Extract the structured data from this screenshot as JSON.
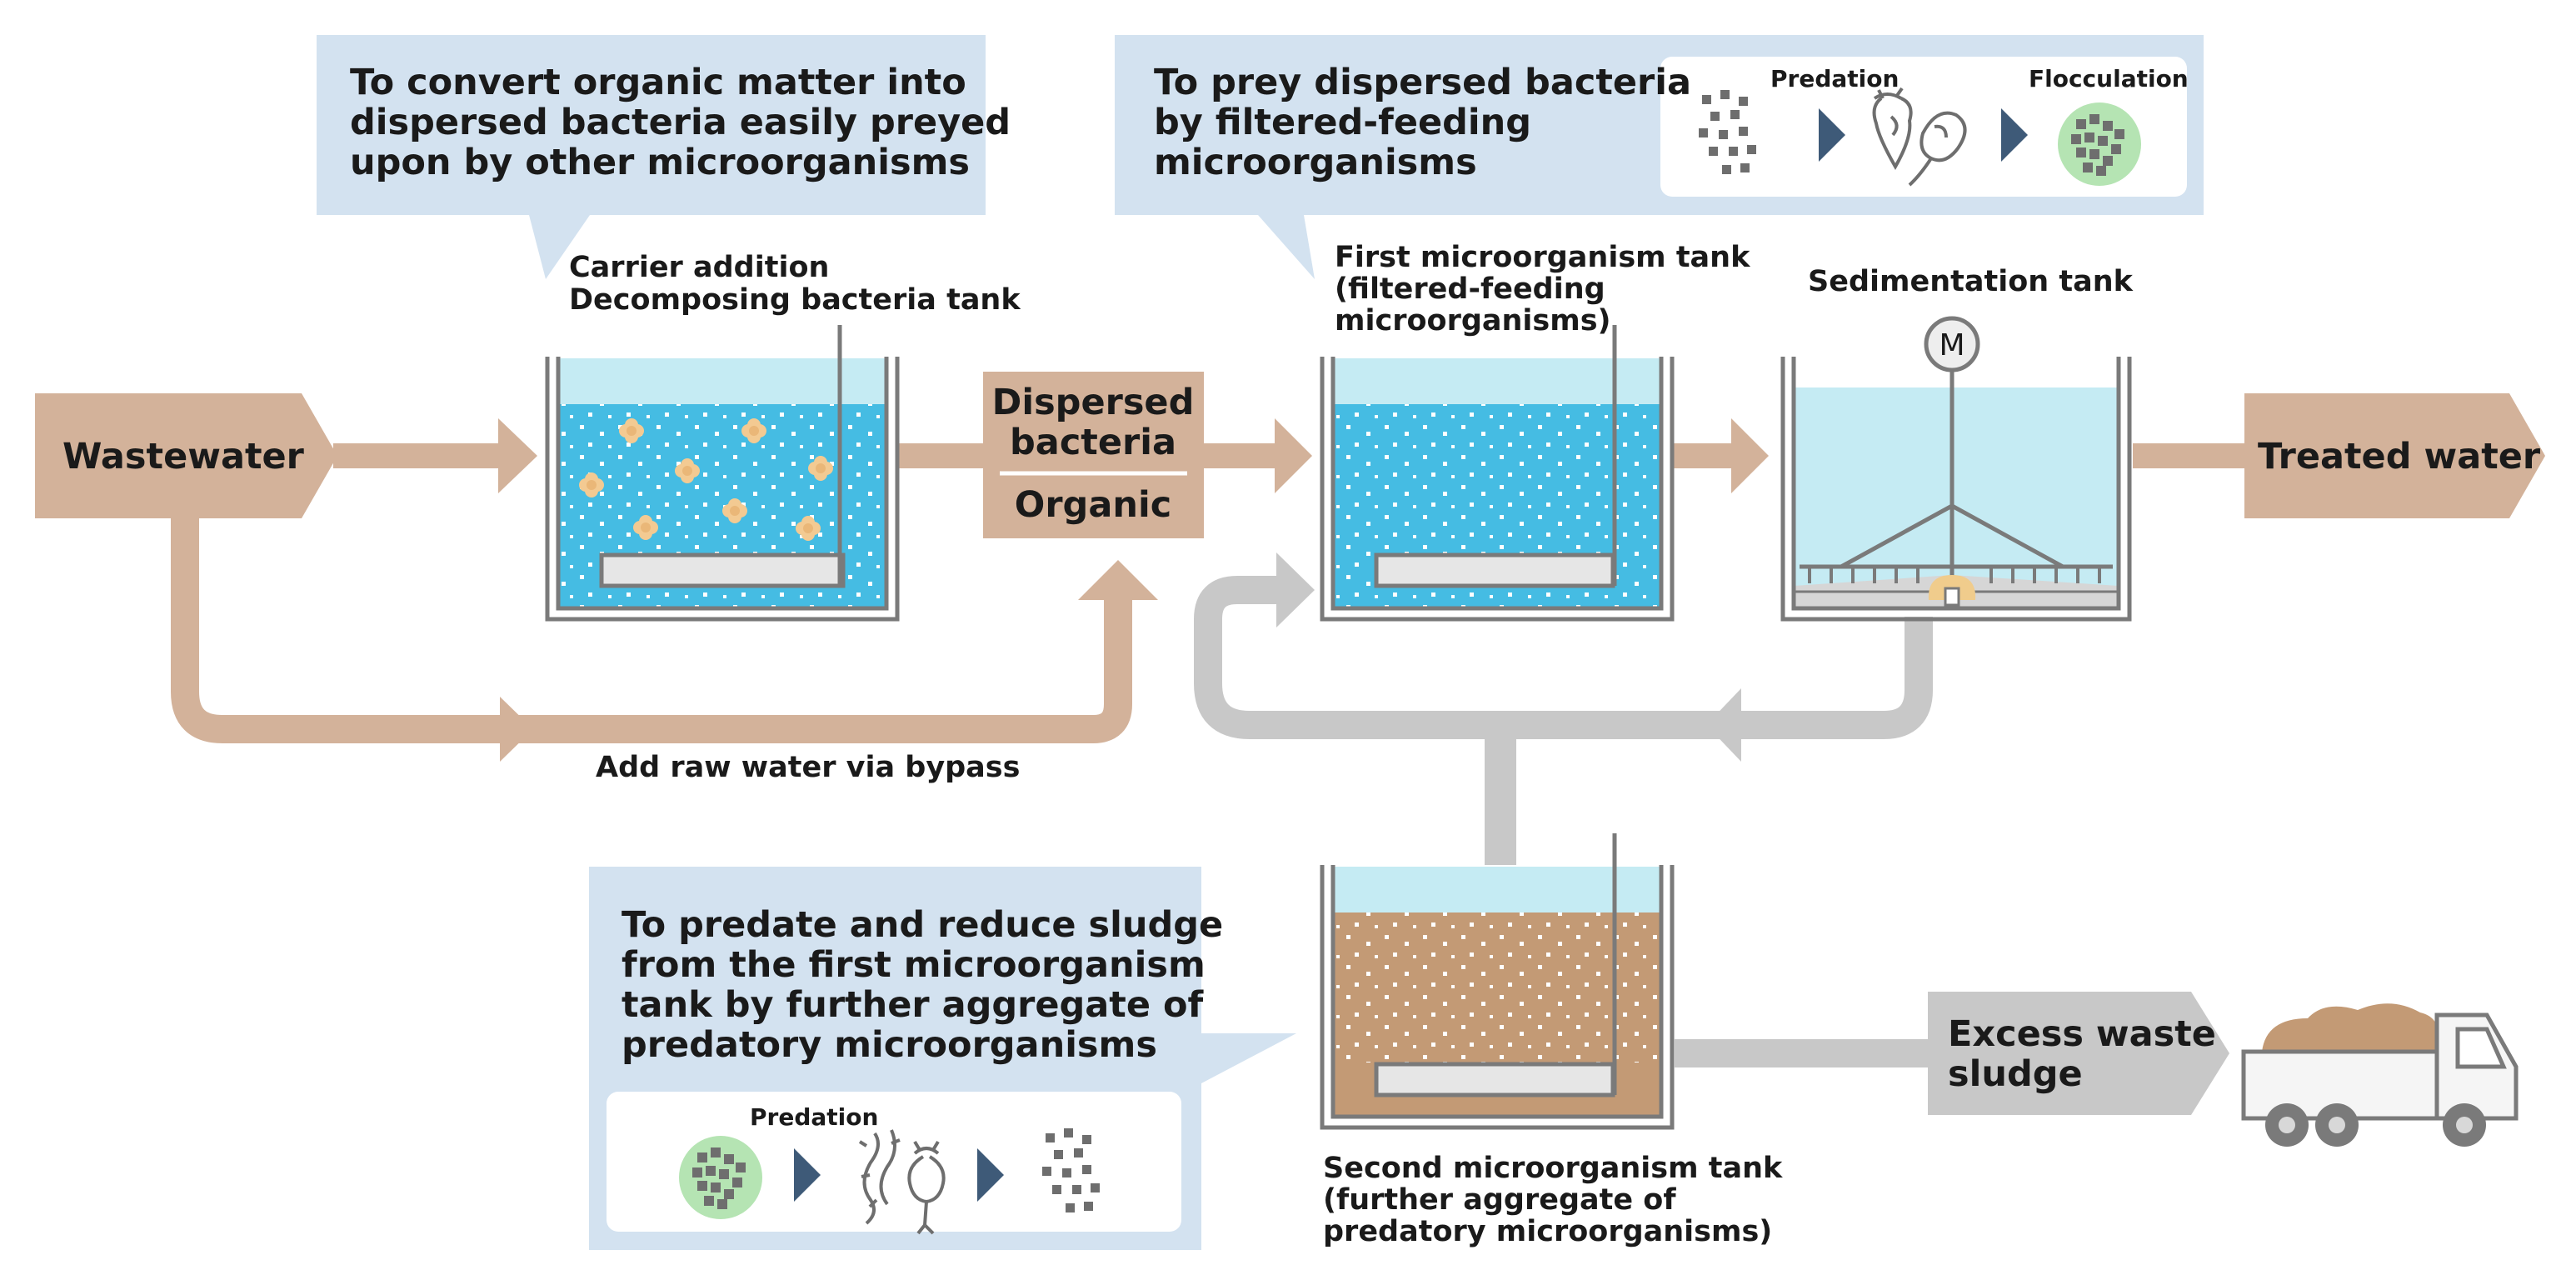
{
  "colors": {
    "tan": "#d3b29a",
    "grey_flow": "#c8c8c8",
    "callout_bg": "#d3e2f0",
    "water_blue": "#45bce3",
    "water_light": "#c5ebf3",
    "sludge_brown": "#c39a75",
    "tank_outline": "#7a7a7a",
    "particle_grey": "#6e6e6e",
    "arrow_navy": "#3e5a78",
    "floc_green": "#b5e4b3"
  },
  "labels": {
    "wastewater": "Wastewater",
    "treated_water": "Treated water",
    "dispersed_bacteria_line1": "Dispersed",
    "dispersed_bacteria_line2": "bacteria",
    "organic": "Organic",
    "bypass": "Add raw water via bypass",
    "excess_sludge_line1": "Excess waste",
    "excess_sludge_line2": "sludge",
    "motor": "M"
  },
  "tanks": {
    "decomposing": {
      "line1": "Carrier addition",
      "line2": "Decomposing bacteria tank"
    },
    "first": {
      "line1": "First microorganism tank",
      "line2": "(filtered-feeding",
      "line3": "microorganisms)"
    },
    "sedimentation": {
      "line1": "Sedimentation tank"
    },
    "second": {
      "line1": "Second microorganism tank",
      "line2": "(further aggregate of",
      "line3": "predatory microorganisms)"
    }
  },
  "callouts": {
    "convert": {
      "line1": "To convert organic matter into",
      "line2": "dispersed bacteria easily preyed",
      "line3": "upon by other microorganisms"
    },
    "prey": {
      "line1": "To prey dispersed bacteria",
      "line2": "by filtered-feeding",
      "line3": "microorganisms",
      "predation": "Predation",
      "flocculation": "Flocculation"
    },
    "predate": {
      "line1": "To predate and reduce sludge",
      "line2": "from the first microorganism",
      "line3": "tank by further aggregate of",
      "line4": "predatory microorganisms",
      "predation": "Predation"
    }
  }
}
